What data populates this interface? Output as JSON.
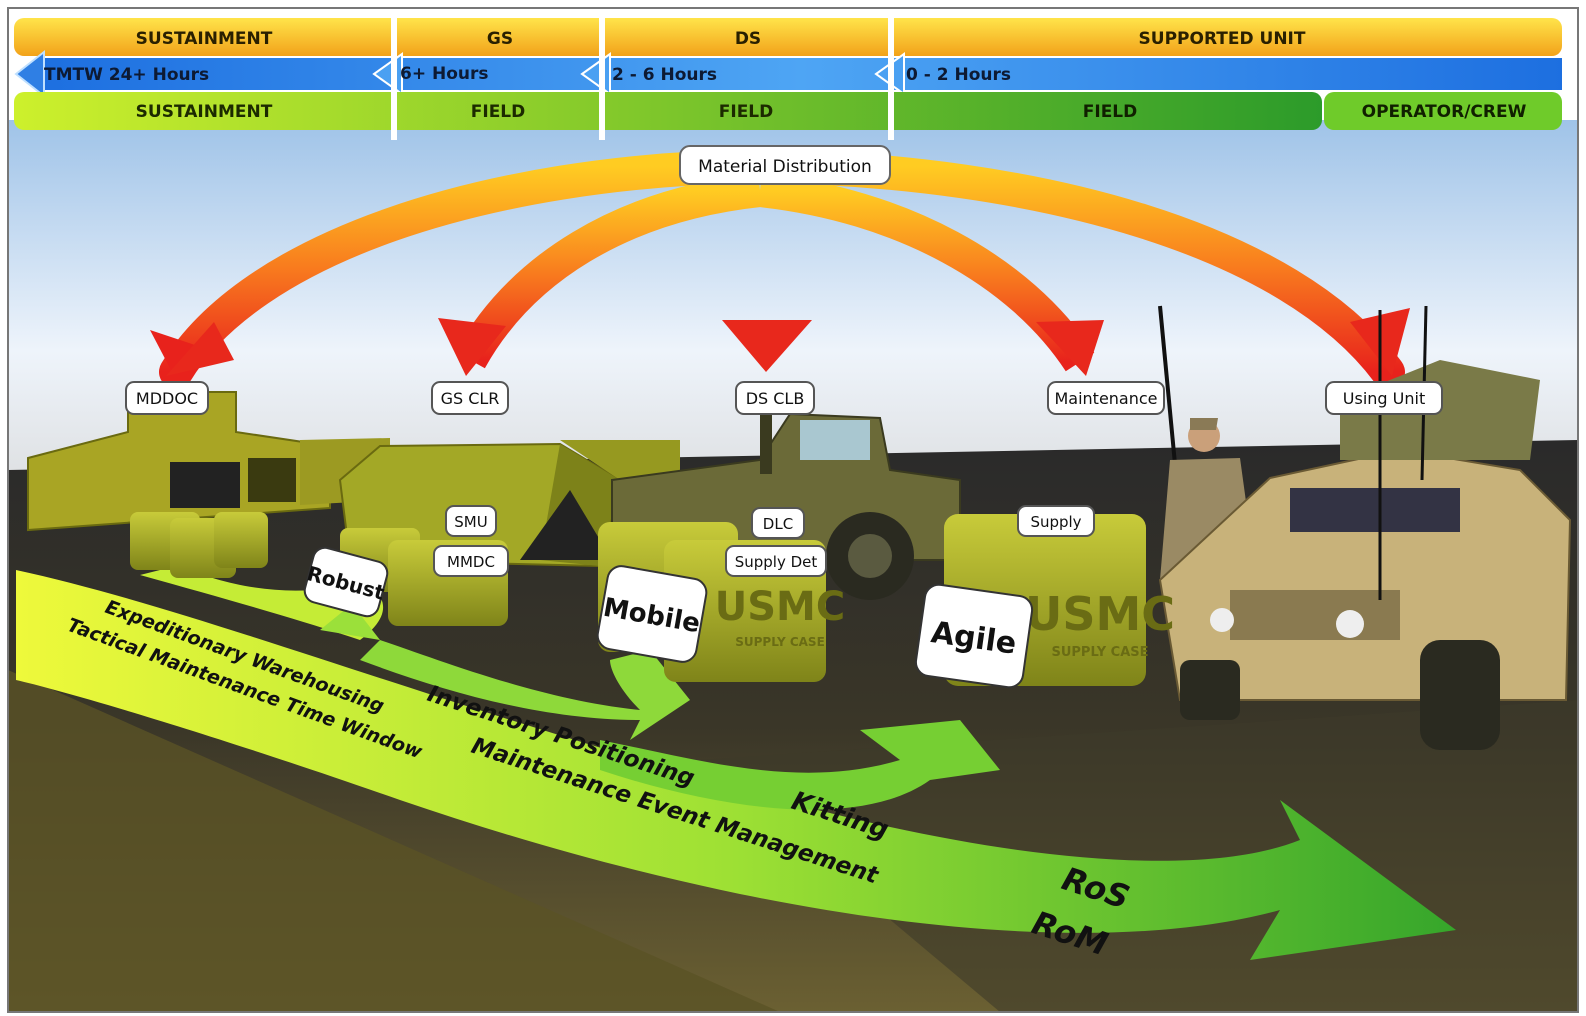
{
  "header": {
    "top_row": [
      "SUSTAINMENT",
      "GS",
      "DS",
      "SUPPORTED UNIT"
    ],
    "time_row": [
      "TMTW 24+ Hours",
      "6+ Hours",
      "2 - 6 Hours",
      "0 - 2 Hours"
    ],
    "bottom_row": [
      "SUSTAINMENT",
      "FIELD",
      "FIELD",
      "FIELD",
      "OPERATOR/CREW"
    ]
  },
  "distribution_label": "Material Distribution",
  "nodes": [
    "MDDOC",
    "GS CLR",
    "DS CLB",
    "Maintenance",
    "Using Unit"
  ],
  "sublabels": {
    "smu": "SMU",
    "mmdc": "MMDC",
    "dlc": "DLC",
    "supply_det": "Supply Det",
    "supply": "Supply"
  },
  "tags": [
    "Robust",
    "Mobile",
    "Agile"
  ],
  "crate_text": {
    "main": "USMC",
    "sub": "SUPPLY CASE"
  },
  "flow_labels": {
    "expeditionary": "Expeditionary Warehousing",
    "tmtw": "Tactical Maintenance Time Window",
    "inventory": "Inventory Positioning",
    "mem": "Maintenance Event Management",
    "kitting": "Kitting",
    "ros": "RoS",
    "rom": "RoM"
  },
  "colors": {
    "arrow_orange": "#f7a21a",
    "arrow_red": "#e8281c",
    "flow_green": "#7ed321",
    "flow_yellow": "#e5f53a",
    "header_blue": "#2e7be0",
    "olive": "#a6a82a"
  }
}
